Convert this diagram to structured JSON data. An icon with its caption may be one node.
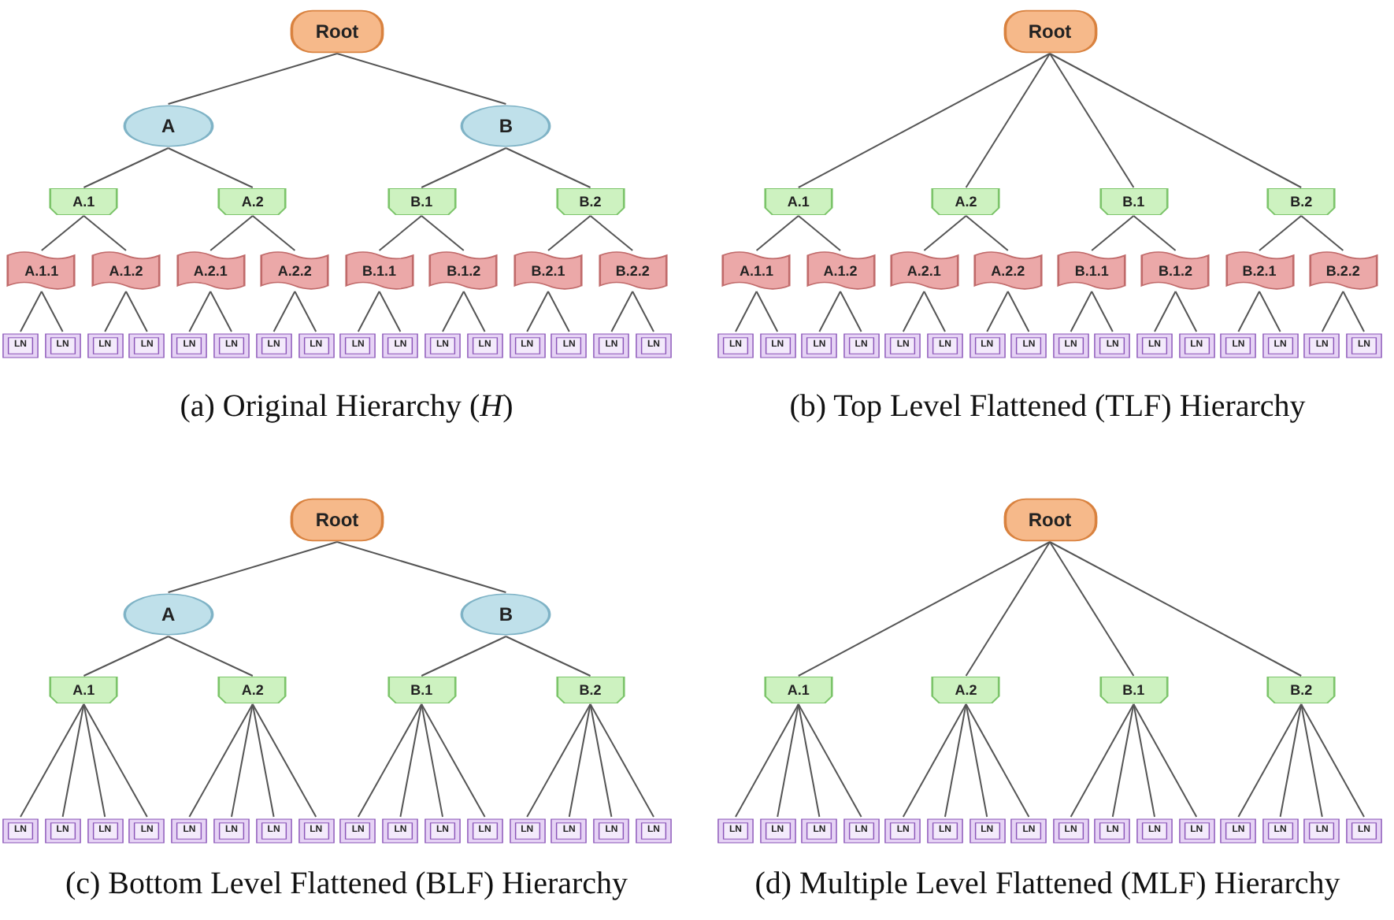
{
  "diagram": {
    "nodes": [
      {
        "text": [
          "Root"
        ]
      },
      {
        "text": [
          "A"
        ]
      },
      {
        "text": [
          "B"
        ]
      },
      {
        "text": [
          "A.1"
        ]
      },
      {
        "text": [
          "A.2"
        ]
      },
      {
        "text": [
          "B.1"
        ]
      },
      {
        "text": [
          "B.2"
        ]
      },
      {
        "text": [
          "A.1.1"
        ]
      },
      {
        "text": [
          "A.1.2"
        ]
      },
      {
        "text": [
          "A.2.1"
        ]
      },
      {
        "text": [
          "A.2.2"
        ]
      },
      {
        "text": [
          "B.1.1"
        ]
      },
      {
        "text": [
          "B.1.2"
        ]
      },
      {
        "text": [
          "B.2.1"
        ]
      },
      {
        "text": [
          "B.2.2"
        ]
      },
      {
        "text": [
          "LN"
        ]
      },
      {
        "text": [
          "LN"
        ]
      },
      {
        "text": [
          "LN"
        ]
      },
      {
        "text": [
          "LN"
        ]
      },
      {
        "text": [
          "LN"
        ]
      },
      {
        "text": [
          "LN"
        ]
      },
      {
        "text": [
          "LN"
        ]
      },
      {
        "text": [
          "LN"
        ]
      },
      {
        "text": [
          "LN"
        ]
      },
      {
        "text": [
          "LN"
        ]
      },
      {
        "text": [
          "LN"
        ]
      },
      {
        "text": [
          "LN"
        ]
      },
      {
        "text": [
          "LN"
        ]
      },
      {
        "text": [
          "LN"
        ]
      },
      {
        "text": [
          "LN"
        ]
      },
      {
        "text": [
          "LN"
        ]
      },
      {
        "text": [
          "Root"
        ]
      },
      {
        "text": [
          "A.1"
        ]
      },
      {
        "text": [
          "A.2"
        ]
      },
      {
        "text": [
          "B.1"
        ]
      },
      {
        "text": [
          "B.2"
        ]
      },
      {
        "text": [
          "A.1.1"
        ]
      },
      {
        "text": [
          "A.1.2"
        ]
      },
      {
        "text": [
          "A.2.1"
        ]
      },
      {
        "text": [
          "A.2.2"
        ]
      },
      {
        "text": [
          "B.1.1"
        ]
      },
      {
        "text": [
          "B.1.2"
        ]
      },
      {
        "text": [
          "B.2.1"
        ]
      },
      {
        "text": [
          "B.2.2"
        ]
      },
      {
        "text": [
          "LN"
        ]
      },
      {
        "text": [
          "LN"
        ]
      },
      {
        "text": [
          "LN"
        ]
      },
      {
        "text": [
          "LN"
        ]
      },
      {
        "text": [
          "LN"
        ]
      },
      {
        "text": [
          "LN"
        ]
      },
      {
        "text": [
          "LN"
        ]
      },
      {
        "text": [
          "LN"
        ]
      },
      {
        "text": [
          "LN"
        ]
      },
      {
        "text": [
          "LN"
        ]
      },
      {
        "text": [
          "LN"
        ]
      },
      {
        "text": [
          "LN"
        ]
      },
      {
        "text": [
          "LN"
        ]
      },
      {
        "text": [
          "LN"
        ]
      },
      {
        "text": [
          "LN"
        ]
      },
      {
        "text": [
          "LN"
        ]
      },
      {
        "text": [
          "Root"
        ]
      },
      {
        "text": [
          "A"
        ]
      },
      {
        "text": [
          "B"
        ]
      },
      {
        "text": [
          "A.1"
        ]
      },
      {
        "text": [
          "A.2"
        ]
      },
      {
        "text": [
          "B.1"
        ]
      },
      {
        "text": [
          "B.2"
        ]
      },
      {
        "text": [
          "LN"
        ]
      },
      {
        "text": [
          "LN"
        ]
      },
      {
        "text": [
          "LN"
        ]
      },
      {
        "text": [
          "LN"
        ]
      },
      {
        "text": [
          "LN"
        ]
      },
      {
        "text": [
          "LN"
        ]
      },
      {
        "text": [
          "LN"
        ]
      },
      {
        "text": [
          "LN"
        ]
      },
      {
        "text": [
          "LN"
        ]
      },
      {
        "text": [
          "LN"
        ]
      },
      {
        "text": [
          "LN"
        ]
      },
      {
        "text": [
          "LN"
        ]
      },
      {
        "text": [
          "LN"
        ]
      },
      {
        "text": [
          "LN"
        ]
      },
      {
        "text": [
          "LN"
        ]
      },
      {
        "text": [
          "LN"
        ]
      },
      {
        "text": [
          "Root"
        ]
      },
      {
        "text": [
          "A.1"
        ]
      },
      {
        "text": [
          "A.2"
        ]
      },
      {
        "text": [
          "B.1"
        ]
      },
      {
        "text": [
          "B.2"
        ]
      },
      {
        "text": [
          "LN"
        ]
      },
      {
        "text": [
          "LN"
        ]
      },
      {
        "text": [
          "LN"
        ]
      },
      {
        "text": [
          "LN"
        ]
      },
      {
        "text": [
          "LN"
        ]
      },
      {
        "text": [
          "LN"
        ]
      },
      {
        "text": [
          "LN"
        ]
      },
      {
        "text": [
          "LN"
        ]
      },
      {
        "text": [
          "LN"
        ]
      },
      {
        "text": [
          "LN"
        ]
      },
      {
        "text": [
          "LN"
        ]
      },
      {
        "text": [
          "LN"
        ]
      },
      {
        "text": [
          "LN"
        ]
      },
      {
        "text": [
          "LN"
        ]
      },
      {
        "text": [
          "LN"
        ]
      },
      {
        "text": [
          "LN"
        ]
      }
    ],
    "edges": [
      {
        "from": 0,
        "to": 1,
        "arrow": "none"
      },
      {
        "from": 0,
        "to": 2,
        "arrow": "none"
      },
      {
        "from": 1,
        "to": 3,
        "arrow": "none"
      },
      {
        "from": 1,
        "to": 4,
        "arrow": "none"
      },
      {
        "from": 2,
        "to": 5,
        "arrow": "none"
      },
      {
        "from": 2,
        "to": 6,
        "arrow": "none"
      },
      {
        "from": 3,
        "to": 7,
        "arrow": "none"
      },
      {
        "from": 3,
        "to": 8,
        "arrow": "none"
      },
      {
        "from": 4,
        "to": 9,
        "arrow": "none"
      },
      {
        "from": 4,
        "to": 10,
        "arrow": "none"
      },
      {
        "from": 5,
        "to": 11,
        "arrow": "none"
      },
      {
        "from": 5,
        "to": 12,
        "arrow": "none"
      },
      {
        "from": 6,
        "to": 13,
        "arrow": "none"
      },
      {
        "from": 6,
        "to": 14,
        "arrow": "none"
      },
      {
        "from": 7,
        "to": 15,
        "arrow": "none"
      },
      {
        "from": 7,
        "to": 16,
        "arrow": "none"
      },
      {
        "from": 8,
        "to": 17,
        "arrow": "none"
      },
      {
        "from": 8,
        "to": 18,
        "arrow": "none"
      },
      {
        "from": 9,
        "to": 19,
        "arrow": "none"
      },
      {
        "from": 9,
        "to": 20,
        "arrow": "none"
      },
      {
        "from": 10,
        "to": 21,
        "arrow": "none"
      },
      {
        "from": 10,
        "to": 22,
        "arrow": "none"
      },
      {
        "from": 11,
        "to": 23,
        "arrow": "none"
      },
      {
        "from": 11,
        "to": 24,
        "arrow": "none"
      },
      {
        "from": 12,
        "to": 25,
        "arrow": "none"
      },
      {
        "from": 12,
        "to": 26,
        "arrow": "none"
      },
      {
        "from": 13,
        "to": 27,
        "arrow": "none"
      },
      {
        "from": 13,
        "to": 28,
        "arrow": "none"
      },
      {
        "from": 14,
        "to": 29,
        "arrow": "none"
      },
      {
        "from": 14,
        "to": 30,
        "arrow": "none"
      },
      {
        "from": 31,
        "to": 32,
        "arrow": "none"
      },
      {
        "from": 31,
        "to": 33,
        "arrow": "none"
      },
      {
        "from": 31,
        "to": 34,
        "arrow": "none"
      },
      {
        "from": 31,
        "to": 35,
        "arrow": "none"
      },
      {
        "from": 32,
        "to": 36,
        "arrow": "none"
      },
      {
        "from": 32,
        "to": 37,
        "arrow": "none"
      },
      {
        "from": 33,
        "to": 38,
        "arrow": "none"
      },
      {
        "from": 33,
        "to": 39,
        "arrow": "none"
      },
      {
        "from": 34,
        "to": 40,
        "arrow": "none"
      },
      {
        "from": 34,
        "to": 41,
        "arrow": "none"
      },
      {
        "from": 35,
        "to": 42,
        "arrow": "none"
      },
      {
        "from": 35,
        "to": 43,
        "arrow": "none"
      },
      {
        "from": 36,
        "to": 44,
        "arrow": "none"
      },
      {
        "from": 36,
        "to": 45,
        "arrow": "none"
      },
      {
        "from": 37,
        "to": 46,
        "arrow": "none"
      },
      {
        "from": 37,
        "to": 47,
        "arrow": "none"
      },
      {
        "from": 38,
        "to": 48,
        "arrow": "none"
      },
      {
        "from": 38,
        "to": 49,
        "arrow": "none"
      },
      {
        "from": 39,
        "to": 50,
        "arrow": "none"
      },
      {
        "from": 39,
        "to": 51,
        "arrow": "none"
      },
      {
        "from": 40,
        "to": 52,
        "arrow": "none"
      },
      {
        "from": 40,
        "to": 53,
        "arrow": "none"
      },
      {
        "from": 41,
        "to": 54,
        "arrow": "none"
      },
      {
        "from": 41,
        "to": 55,
        "arrow": "none"
      },
      {
        "from": 42,
        "to": 56,
        "arrow": "none"
      },
      {
        "from": 42,
        "to": 57,
        "arrow": "none"
      },
      {
        "from": 43,
        "to": 58,
        "arrow": "none"
      },
      {
        "from": 43,
        "to": 59,
        "arrow": "none"
      },
      {
        "from": 60,
        "to": 61,
        "arrow": "none"
      },
      {
        "from": 60,
        "to": 62,
        "arrow": "none"
      },
      {
        "from": 61,
        "to": 63,
        "arrow": "none"
      },
      {
        "from": 61,
        "to": 64,
        "arrow": "none"
      },
      {
        "from": 62,
        "to": 65,
        "arrow": "none"
      },
      {
        "from": 62,
        "to": 66,
        "arrow": "none"
      },
      {
        "from": 63,
        "to": 67,
        "arrow": "none"
      },
      {
        "from": 63,
        "to": 68,
        "arrow": "none"
      },
      {
        "from": 63,
        "to": 69,
        "arrow": "none"
      },
      {
        "from": 63,
        "to": 70,
        "arrow": "none"
      },
      {
        "from": 64,
        "to": 71,
        "arrow": "none"
      },
      {
        "from": 64,
        "to": 72,
        "arrow": "none"
      },
      {
        "from": 64,
        "to": 73,
        "arrow": "none"
      },
      {
        "from": 64,
        "to": 74,
        "arrow": "none"
      },
      {
        "from": 65,
        "to": 75,
        "arrow": "none"
      },
      {
        "from": 65,
        "to": 76,
        "arrow": "none"
      },
      {
        "from": 65,
        "to": 77,
        "arrow": "none"
      },
      {
        "from": 65,
        "to": 78,
        "arrow": "none"
      },
      {
        "from": 66,
        "to": 79,
        "arrow": "none"
      },
      {
        "from": 66,
        "to": 80,
        "arrow": "none"
      },
      {
        "from": 66,
        "to": 81,
        "arrow": "none"
      },
      {
        "from": 66,
        "to": 82,
        "arrow": "none"
      },
      {
        "from": 83,
        "to": 84,
        "arrow": "none"
      },
      {
        "from": 83,
        "to": 85,
        "arrow": "none"
      },
      {
        "from": 83,
        "to": 86,
        "arrow": "none"
      },
      {
        "from": 83,
        "to": 87,
        "arrow": "none"
      },
      {
        "from": 84,
        "to": 88,
        "arrow": "none"
      },
      {
        "from": 84,
        "to": 89,
        "arrow": "none"
      },
      {
        "from": 84,
        "to": 90,
        "arrow": "none"
      },
      {
        "from": 84,
        "to": 91,
        "arrow": "none"
      },
      {
        "from": 85,
        "to": 92,
        "arrow": "none"
      },
      {
        "from": 85,
        "to": 93,
        "arrow": "none"
      },
      {
        "from": 85,
        "to": 94,
        "arrow": "none"
      },
      {
        "from": 85,
        "to": 95,
        "arrow": "none"
      },
      {
        "from": 86,
        "to": 96,
        "arrow": "none"
      },
      {
        "from": 86,
        "to": 97,
        "arrow": "none"
      },
      {
        "from": 86,
        "to": 98,
        "arrow": "none"
      },
      {
        "from": 86,
        "to": 99,
        "arrow": "none"
      },
      {
        "from": 87,
        "to": 100,
        "arrow": "none"
      },
      {
        "from": 87,
        "to": 101,
        "arrow": "none"
      },
      {
        "from": 87,
        "to": 102,
        "arrow": "none"
      },
      {
        "from": 87,
        "to": 103,
        "arrow": "none"
      }
    ],
    "labels": [
      "(a) Original Hierarchy (*H*)",
      "(b) Top Level Flattened (TLF) Hierarchy",
      "(c) Bottom Level Flattened (BLF) Hierarchy",
      "(d) Multiple Level Flattened (MLF) Hierarchy"
    ]
  }
}
